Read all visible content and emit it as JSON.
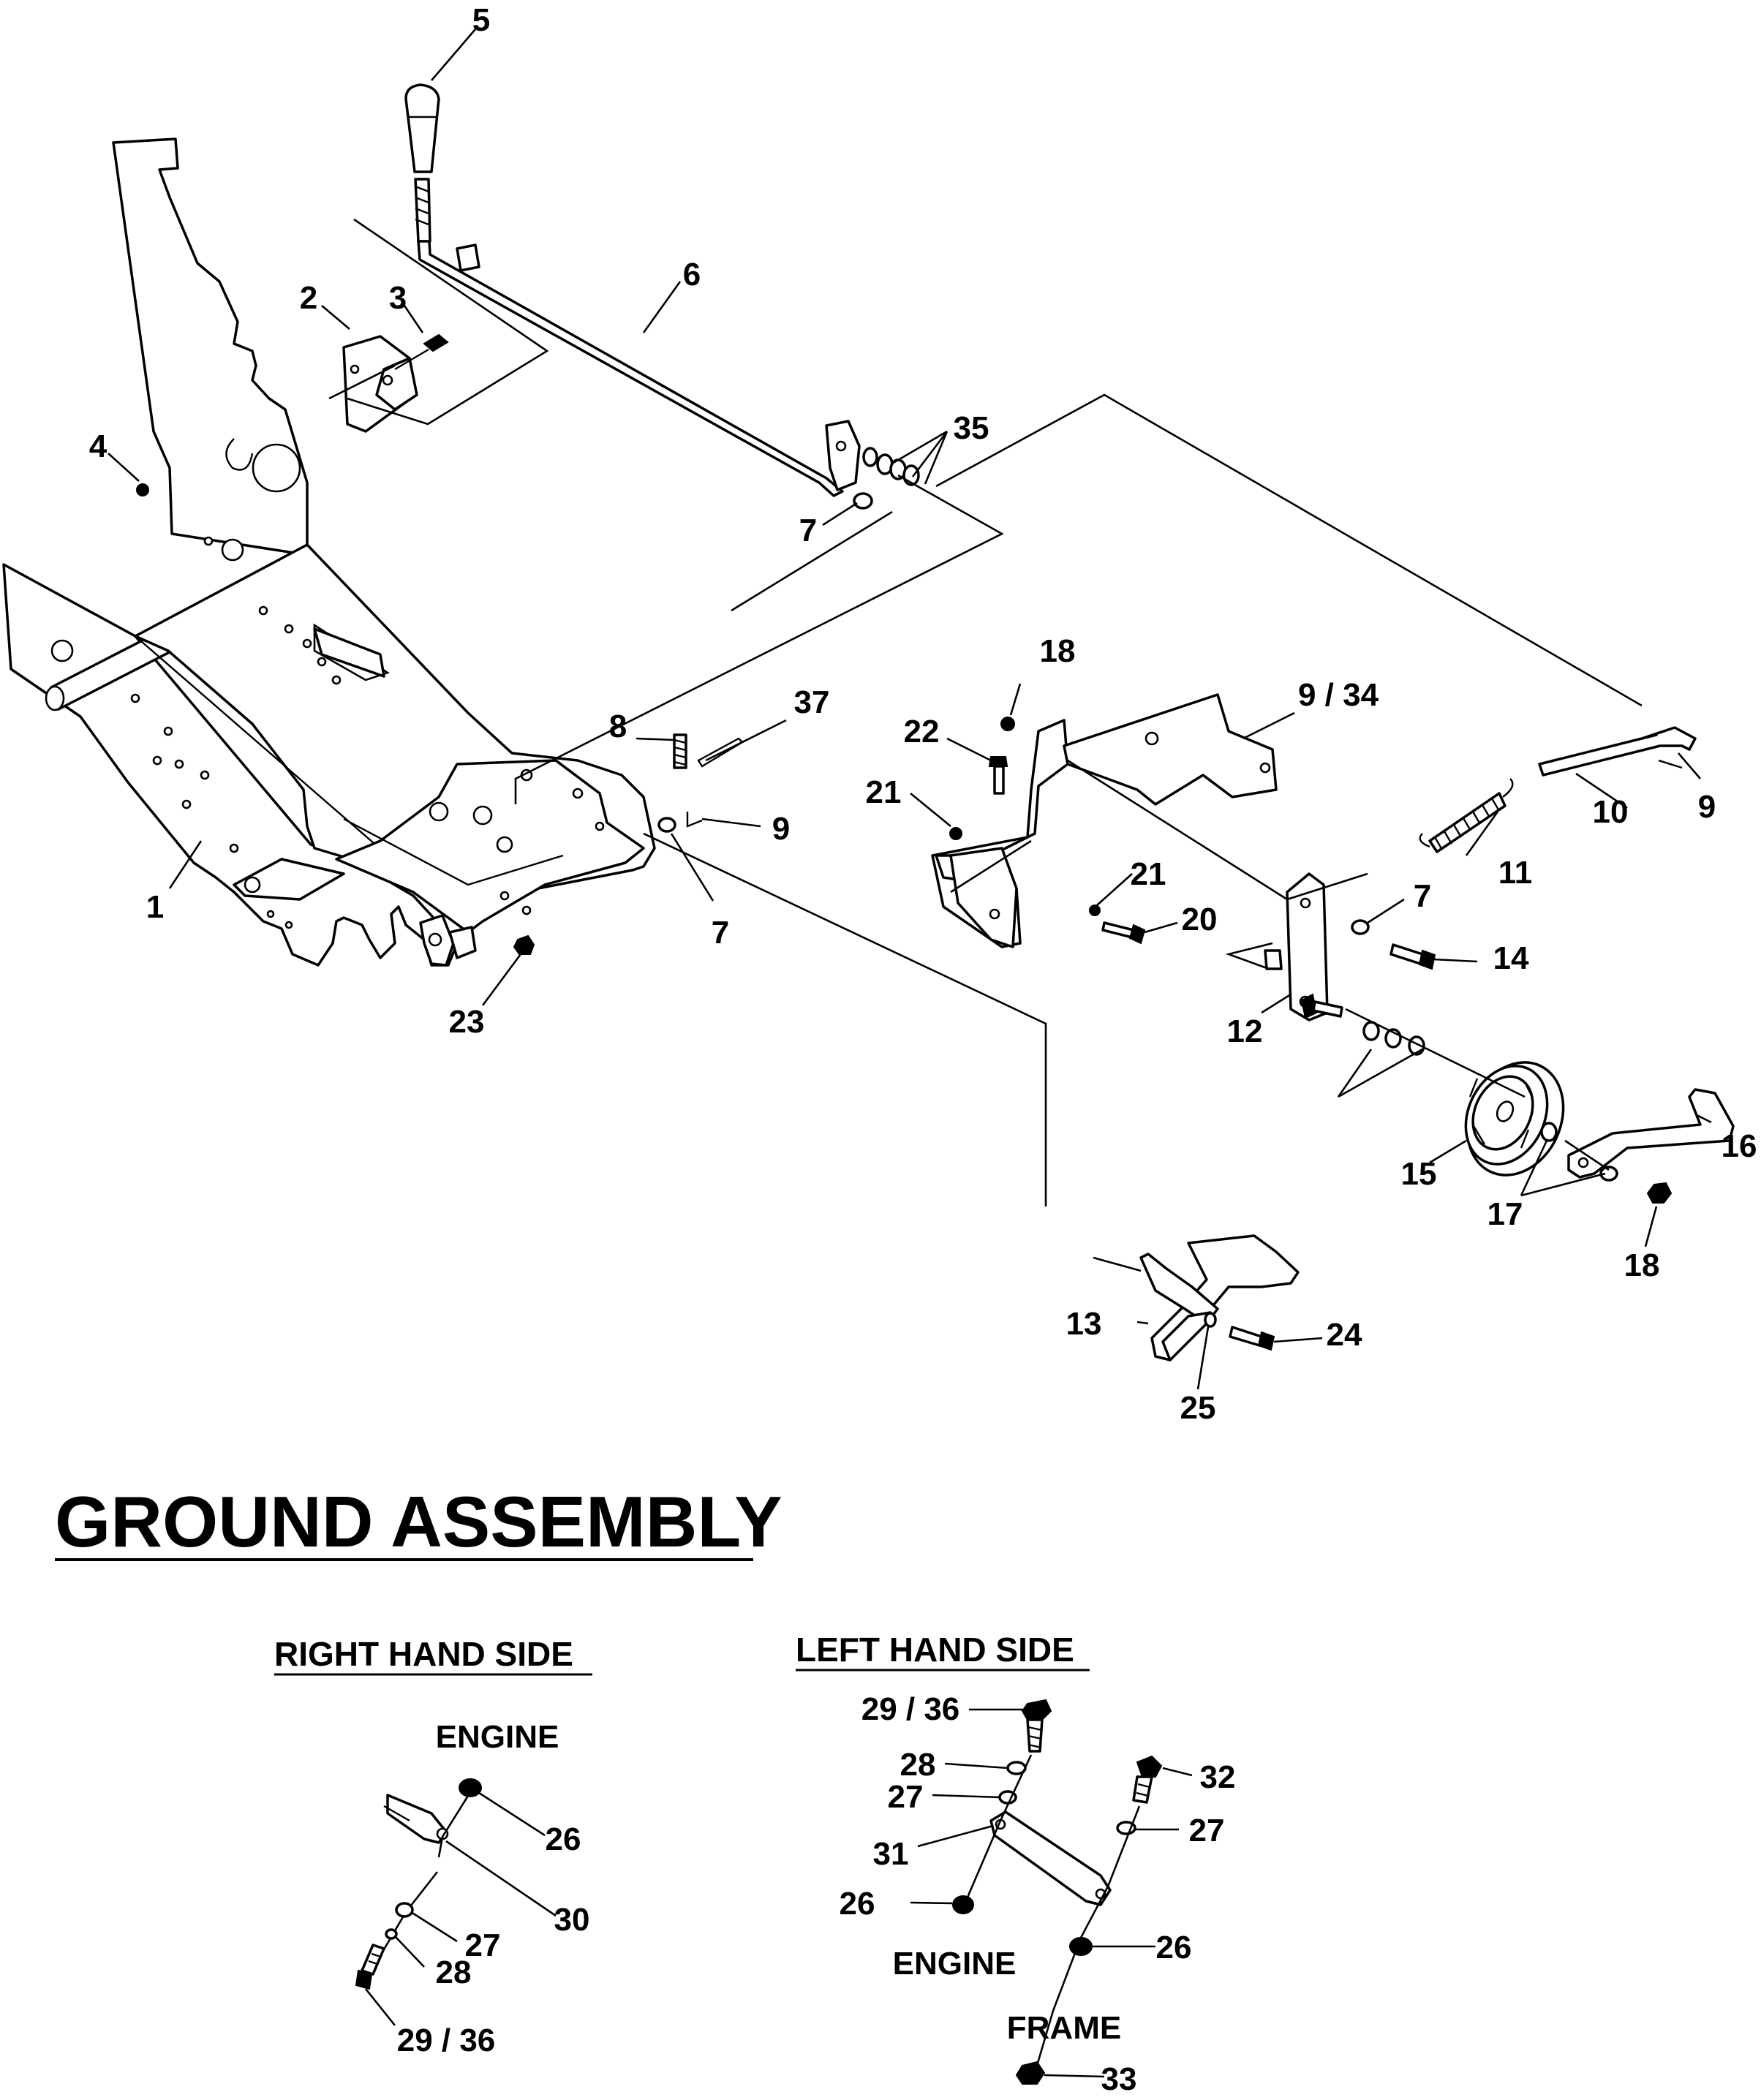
{
  "title": "GROUND ASSEMBLY",
  "sections": {
    "right_hand_side": "RIGHT HAND SIDE",
    "left_hand_side": "LEFT HAND SIDE"
  },
  "annotations": {
    "rh_engine": "ENGINE",
    "lh_engine": "ENGINE",
    "lh_frame": "FRAME"
  },
  "callouts": {
    "c1": "1",
    "c2": "2",
    "c3": "3",
    "c4": "4",
    "c5": "5",
    "c6": "6",
    "c7a": "7",
    "c7b": "7",
    "c7c": "7",
    "c8": "8",
    "c9a": "9",
    "c9b": "9",
    "c9_34": "9 / 34",
    "c10": "10",
    "c11": "11",
    "c12": "12",
    "c13": "13",
    "c14": "14",
    "c15": "15",
    "c16": "16",
    "c17": "17",
    "c18a": "18",
    "c18b": "18",
    "c20": "20",
    "c21a": "21",
    "c21b": "21",
    "c22": "22",
    "c23": "23",
    "c24": "24",
    "c25": "25",
    "c35": "35",
    "c37": "37",
    "rh26": "26",
    "rh30": "30",
    "rh27": "27",
    "rh28": "28",
    "rh29_36": "29 / 36",
    "lh29_36": "29 / 36",
    "lh28": "28",
    "lh27a": "27",
    "lh31": "31",
    "lh26a": "26",
    "lh32": "32",
    "lh27b": "27",
    "lh26b": "26",
    "lh33": "33"
  }
}
